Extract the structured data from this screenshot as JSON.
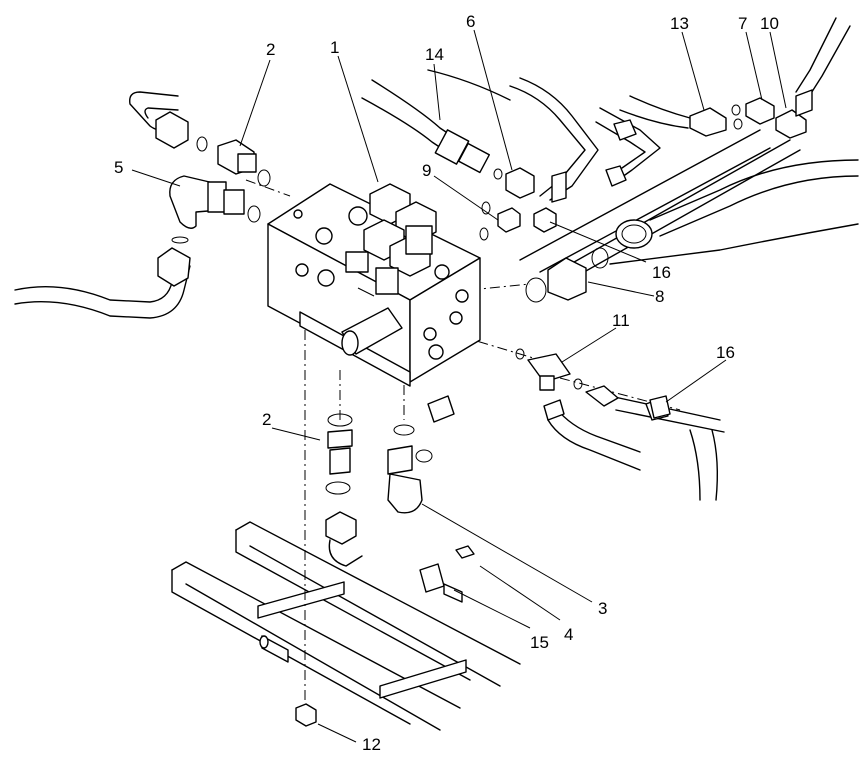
{
  "callouts": [
    {
      "id": "c1",
      "label": "1"
    },
    {
      "id": "c2a",
      "label": "2"
    },
    {
      "id": "c2b",
      "label": "2"
    },
    {
      "id": "c3",
      "label": "3"
    },
    {
      "id": "c4",
      "label": "4"
    },
    {
      "id": "c5",
      "label": "5"
    },
    {
      "id": "c6",
      "label": "6"
    },
    {
      "id": "c7",
      "label": "7"
    },
    {
      "id": "c8",
      "label": "8"
    },
    {
      "id": "c9",
      "label": "9"
    },
    {
      "id": "c10",
      "label": "10"
    },
    {
      "id": "c11",
      "label": "11"
    },
    {
      "id": "c12",
      "label": "12"
    },
    {
      "id": "c13",
      "label": "13"
    },
    {
      "id": "c14",
      "label": "14"
    },
    {
      "id": "c15",
      "label": "15"
    },
    {
      "id": "c16a",
      "label": "16"
    },
    {
      "id": "c16b",
      "label": "16"
    }
  ]
}
